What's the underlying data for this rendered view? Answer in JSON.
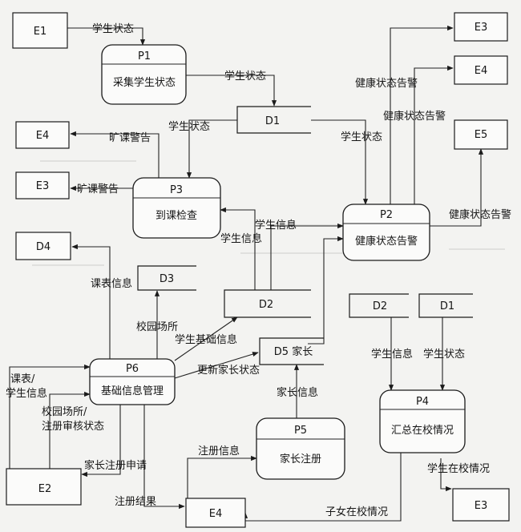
{
  "externals": {
    "e1_top": "E1",
    "e3_top": "E3",
    "e4_top": "E4",
    "e5": "E5",
    "e4_left": "E4",
    "e3_left": "E3",
    "d4_left": "D4",
    "e2": "E2",
    "e4_bottom": "E4",
    "e3_bottom": "E3"
  },
  "processes": {
    "p1": {
      "id": "P1",
      "name": "采集学生状态"
    },
    "p2": {
      "id": "P2",
      "name": "健康状态告警"
    },
    "p3": {
      "id": "P3",
      "name": "到课检查"
    },
    "p4": {
      "id": "P4",
      "name": "汇总在校情况"
    },
    "p5": {
      "id": "P5",
      "name": "家长注册"
    },
    "p6": {
      "id": "P6",
      "name": "基础信息管理"
    }
  },
  "stores": {
    "d1": "D1",
    "d2": "D2",
    "d3": "D3",
    "d5": "D5 家长",
    "d2_right": "D2",
    "d1_right": "D1"
  },
  "flows": {
    "e1_p1": "学生状态",
    "p1_d1": "学生状态",
    "d1_p3": "学生状态",
    "d1_p2": "学生状态",
    "p2_e3": "健康状态告警",
    "p2_e4": "健康状态告警",
    "p2_e5": "健康状态告警",
    "p3_e4": "旷课警告",
    "p3_e3": "旷课警告",
    "d2_p3": "学生信息",
    "d2_p2": "学生信息",
    "p6_d4": "课表信息",
    "p6_d3": "校园场所",
    "p6_d2": "学生基础信息",
    "p6_d5": "更新家长状态",
    "e2_p6_a": "课表/",
    "e2_p6_b": "学生信息",
    "e2_p6_c": "校园场所/",
    "e2_p6_d": "注册审核状态",
    "e2_p6_e": "家长注册申请",
    "p6_e4": "注册结果",
    "e4_p5": "注册信息",
    "p5_d5": "家长信息",
    "d2_p4": "学生信息",
    "d1_p4": "学生状态",
    "p4_e3": "学生在校情况",
    "p4_e4": "子女在校情况"
  }
}
